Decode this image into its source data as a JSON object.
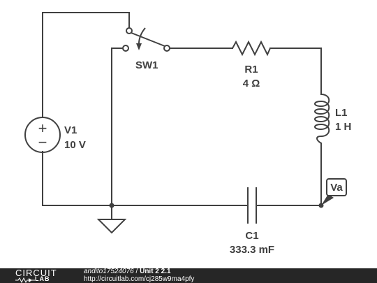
{
  "components": {
    "source": {
      "name": "V1",
      "value": "10 V",
      "plus": "+",
      "minus": "−"
    },
    "switch": {
      "name": "SW1"
    },
    "resistor": {
      "name": "R1",
      "value": "4 Ω"
    },
    "inductor": {
      "name": "L1",
      "value": "1 H"
    },
    "capacitor": {
      "name": "C1",
      "value": "333.3 mF"
    },
    "probe": {
      "label": "Va"
    }
  },
  "footer": {
    "brand_top": "CIRCUIT",
    "brand_bottom": "LAB",
    "author": "andito17524076",
    "separator": " / ",
    "title": "Unit 2 2.1",
    "url": "http://circuitlab.com/cj285w9ma4pfy"
  },
  "colors": {
    "line": "#404040",
    "footer_bg": "#262626"
  }
}
